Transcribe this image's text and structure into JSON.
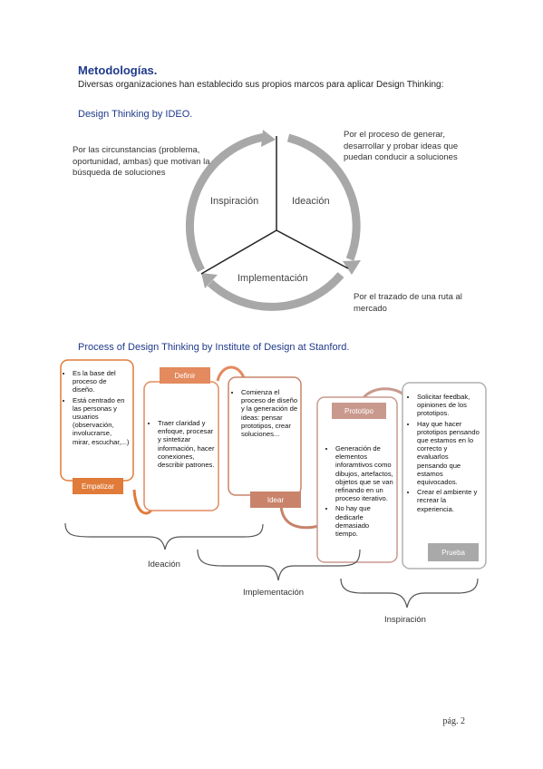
{
  "page": {
    "title": "Metodologías.",
    "intro": "Diversas organizaciones han establecido sus propios marcos para aplicar Design Thinking:",
    "page_number": "pág. 2"
  },
  "ideo": {
    "heading": "Design Thinking by IDEO.",
    "stages": [
      "Inspiración",
      "Ideación",
      "Implementación"
    ],
    "notes": {
      "inspiracion": "Por las circunstancias (problema, oportunidad, ambas) que motivan la búsqueda de soluciones",
      "ideacion": "Por el proceso de generar, desarrollar y probar ideas que puedan conducir a soluciones",
      "implementacion": "Por el trazado de una ruta al mercado"
    }
  },
  "stanford": {
    "heading": "Process of Design Thinking by Institute of Design at Stanford.",
    "steps": [
      {
        "label": "Empatizar",
        "color": "#e07b39",
        "bullets": [
          "Es la base del proceso de diseño.",
          "Está centrado en las personas y usuarios (observación, involucrarse, mirar, escuchar,...)"
        ]
      },
      {
        "label": "Definir",
        "color": "#e38a5e",
        "bullets": [
          "Traer claridad y enfoque, procesar y sintetizar información, hacer conexiones, describir patrones."
        ]
      },
      {
        "label": "Idear",
        "color": "#c8836a",
        "bullets": [
          "Comienza el proceso de diseño y la generación de ideas: pensar prototipos, crear soluciones..."
        ]
      },
      {
        "label": "Prototipo",
        "color": "#c9998d",
        "bullets": [
          "Generación de elementos inforamtivos como dibujos, artefactos, objetos que se van refinando en un proceso iterativo.",
          "No hay que dedicarle demasiado tiempo."
        ]
      },
      {
        "label": "Prueba",
        "color": "#a9a9a9",
        "bullets": [
          "Solicitar feedbak, opiniones de los prototipos.",
          "Hay que hacer prototipos pensando que estamos en lo correcto y evaluarlos pensando que estamos equivocados.",
          "Crear el ambiente y recrear la experiencia."
        ]
      }
    ],
    "braces": [
      "Ideación",
      "Implementación",
      "Inspiración"
    ]
  }
}
